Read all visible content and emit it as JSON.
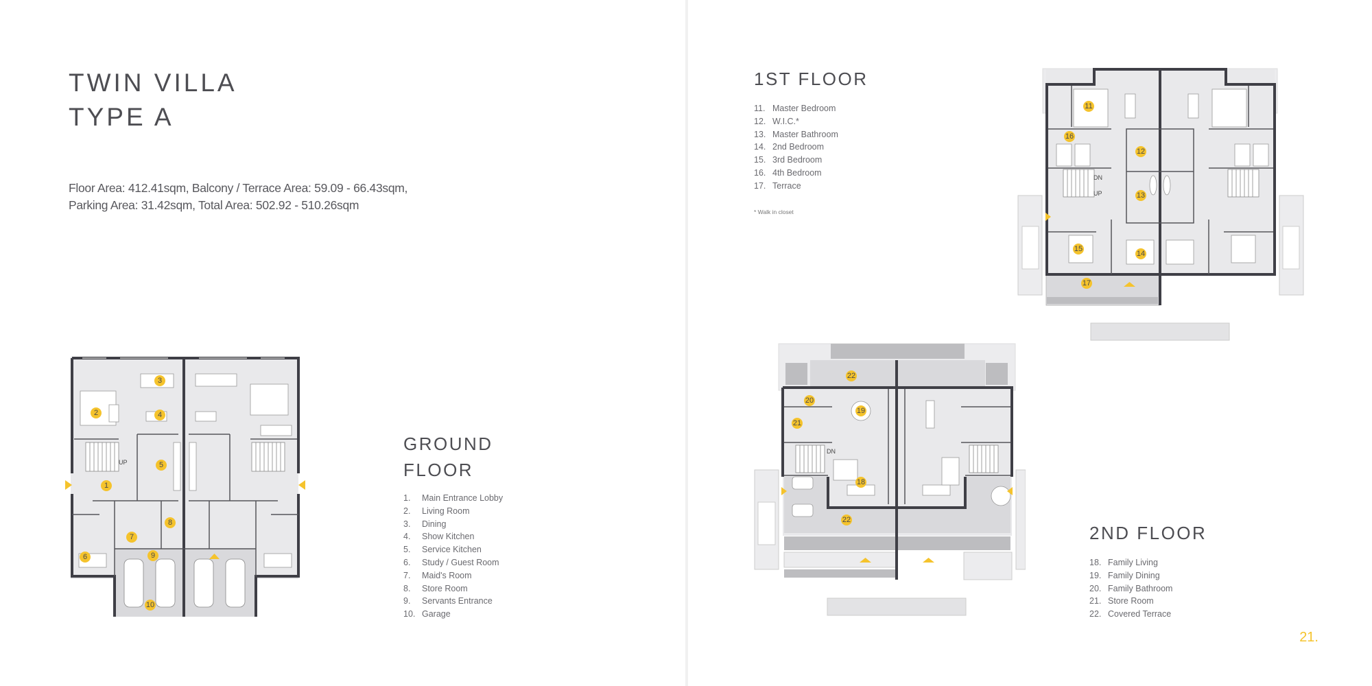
{
  "left_page": {
    "title_line1": "TWIN VILLA",
    "title_line2": "TYPE A",
    "areas_line1": "Floor Area: 412.41sqm, Balcony / Terrace Area: 59.09 - 66.43sqm,",
    "areas_line2": "Parking Area: 31.42sqm, Total Area: 502.92 - 510.26sqm",
    "ground_floor": {
      "title_line1": "GROUND",
      "title_line2": "FLOOR",
      "rooms": [
        {
          "num": "1.",
          "label": "Main Entrance Lobby"
        },
        {
          "num": "2.",
          "label": "Living Room"
        },
        {
          "num": "3.",
          "label": "Dining"
        },
        {
          "num": "4.",
          "label": "Show Kitchen"
        },
        {
          "num": "5.",
          "label": "Service Kitchen"
        },
        {
          "num": "6.",
          "label": "Study / Guest Room"
        },
        {
          "num": "7.",
          "label": "Maid's Room"
        },
        {
          "num": "8.",
          "label": "Store Room"
        },
        {
          "num": "9.",
          "label": "Servants Entrance"
        },
        {
          "num": "10.",
          "label": "Garage"
        }
      ],
      "plan_labels": {
        "up": "UP"
      }
    }
  },
  "right_page": {
    "first_floor": {
      "title": "1ST FLOOR",
      "rooms": [
        {
          "num": "11.",
          "label": "Master Bedroom"
        },
        {
          "num": "12.",
          "label": "W.I.C.*"
        },
        {
          "num": "13.",
          "label": "Master Bathroom"
        },
        {
          "num": "14.",
          "label": "2nd Bedroom"
        },
        {
          "num": "15.",
          "label": "3rd Bedroom"
        },
        {
          "num": "16.",
          "label": "4th Bedroom"
        },
        {
          "num": "17.",
          "label": "Terrace"
        }
      ],
      "footnote": "* Walk in closet",
      "plan_labels": {
        "dn": "DN",
        "up": "UP"
      }
    },
    "second_floor": {
      "title": "2ND FLOOR",
      "rooms": [
        {
          "num": "18.",
          "label": "Family Living"
        },
        {
          "num": "19.",
          "label": "Family Dining"
        },
        {
          "num": "20.",
          "label": "Family Bathroom"
        },
        {
          "num": "21.",
          "label": "Store Room"
        },
        {
          "num": "22.",
          "label": "Covered Terrace"
        }
      ],
      "plan_labels": {
        "dn": "DN"
      }
    },
    "page_number": "21."
  },
  "badges": {
    "b1": "1",
    "b2": "2",
    "b3": "3",
    "b4": "4",
    "b5": "5",
    "b6": "6",
    "b7": "7",
    "b8": "8",
    "b9": "9",
    "b10": "10",
    "b11": "11",
    "b12": "12",
    "b13": "13",
    "b14": "14",
    "b15": "15",
    "b16": "16",
    "b17": "17",
    "b18": "18",
    "b19": "19",
    "b20": "20",
    "b21": "21",
    "b22a": "22",
    "b22b": "22"
  },
  "colors": {
    "accent_yellow": "#f5c32c",
    "wall": "#3f3f46",
    "floor": "#e9e9eb",
    "terrace": "#d7d7da",
    "text": "#55555a"
  }
}
